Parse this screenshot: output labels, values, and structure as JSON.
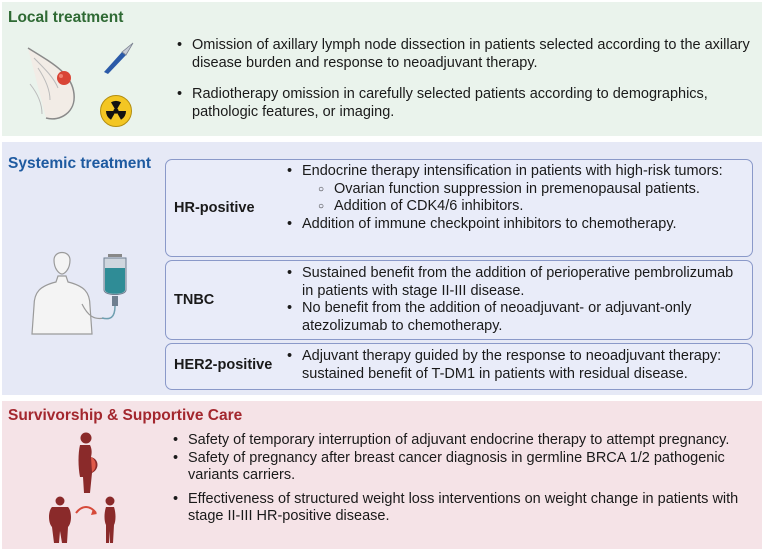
{
  "local": {
    "title": "Local treatment",
    "bullets": [
      "Omission of axillary lymph node dissection in patients selected according to the axillary disease burden and response to neoadjuvant therapy.",
      "Radiotherapy omission in carefully selected patients according to demographics, pathologic features, or imaging."
    ],
    "icons": [
      "breast-tumor-icon",
      "scalpel-icon",
      "radiation-icon"
    ]
  },
  "systemic": {
    "title": "Systemic treatment",
    "boxes": [
      {
        "label": "HR-positive",
        "bullet1": "Endocrine therapy intensification in patients with high-risk tumors:",
        "subs": [
          "Ovarian function suppression in premenopausal patients.",
          "Addition of CDK4/6 inhibitors."
        ],
        "bullet2": "Addition of immune checkpoint inhibitors to chemotherapy."
      },
      {
        "label": "TNBC",
        "bullets": [
          "Sustained benefit from the addition of perioperative pembrolizumab  in patients with stage II-III disease.",
          "No benefit from the addition of neoadjuvant- or adjuvant-only atezolizumab to chemotherapy."
        ]
      },
      {
        "label": "HER2-positive",
        "bullets": [
          "Adjuvant therapy guided by the response to neoadjuvant therapy: sustained benefit of T-DM1 in patients with residual disease."
        ]
      }
    ],
    "icons": [
      "patient-infusion-icon"
    ]
  },
  "survivorship": {
    "title": "Survivorship & Supportive Care",
    "bullets": [
      "Safety of temporary interruption of adjuvant endocrine therapy to attempt pregnancy.",
      "Safety of pregnancy after breast cancer diagnosis in germline BRCA 1/2 pathogenic variants carriers.",
      "Effectiveness of structured weight loss interventions on weight change in patients with stage II-III HR-positive disease."
    ],
    "icons": [
      "pregnant-woman-icon",
      "weight-loss-icon"
    ]
  },
  "colors": {
    "local_bg": "#eaf3ec",
    "systemic_bg": "#e6e9f6",
    "survivorship_bg": "#f5e3e7",
    "local_title": "#2f6a34",
    "systemic_title": "#1e5aa0",
    "survivorship_title": "#a3272e"
  }
}
